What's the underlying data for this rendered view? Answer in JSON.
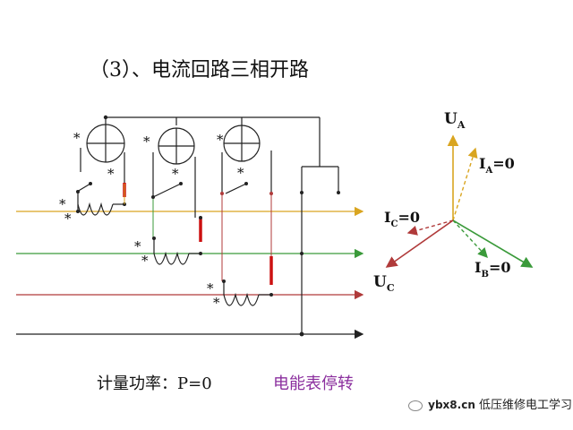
{
  "title": "（3）、电流回路三相开路",
  "measured_power_label": "计量功率：P=0",
  "meter_status": "电能表停转",
  "watermark": {
    "site": "ybx8.cn",
    "account": "低压维修电工学习"
  },
  "phasors": {
    "UA": {
      "main": "U",
      "sub": "A"
    },
    "IA": {
      "main": "I",
      "sub": "A",
      "suffix": "=0"
    },
    "IC": {
      "main": "I",
      "sub": "C",
      "suffix": "=0"
    },
    "IB": {
      "main": "I",
      "sub": "B",
      "suffix": "=0"
    },
    "UC": {
      "main": "U",
      "sub": "C"
    }
  },
  "star_mark": "*",
  "colors": {
    "phase_a": "#d9a520",
    "phase_b": "#3a9a3a",
    "phase_c": "#b03a3a",
    "neutral": "#222222",
    "open_mark": "#cc1111",
    "meter_status": "#8b2f9e"
  }
}
